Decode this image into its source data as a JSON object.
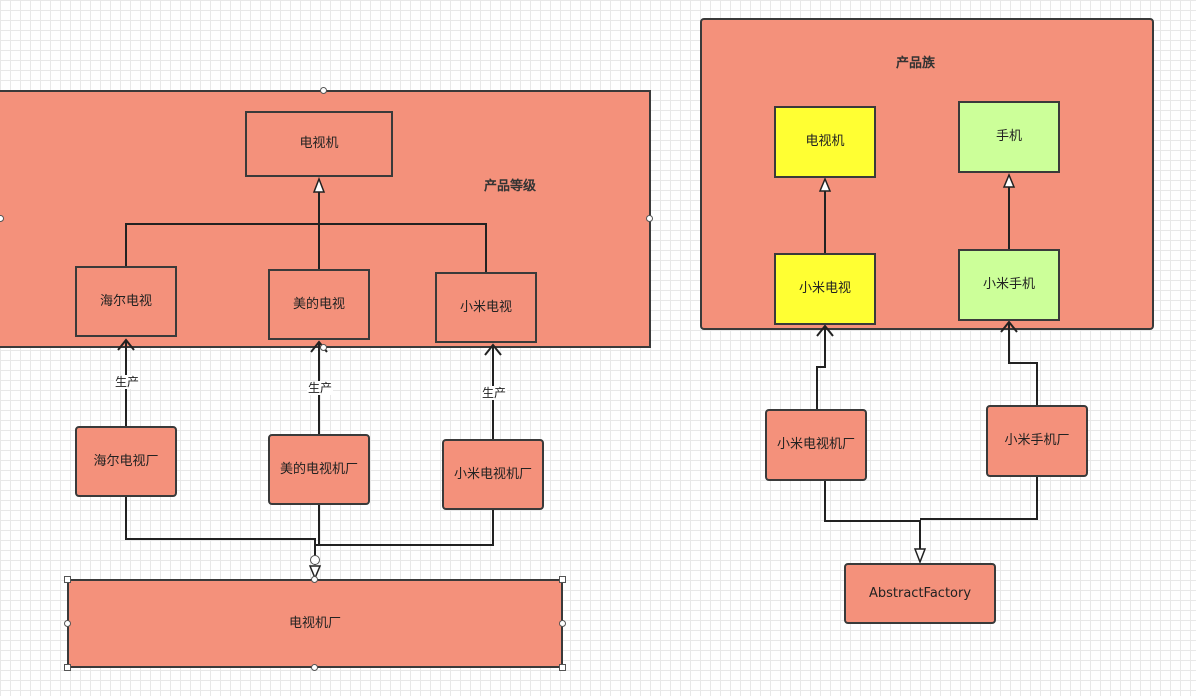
{
  "left_group": {
    "title": "产品等级"
  },
  "right_group": {
    "title": "产品族"
  },
  "nodes": {
    "tv": "电视机",
    "haier_tv": "海尔电视",
    "midea_tv": "美的电视",
    "xiaomi_tv": "小米电视",
    "haier_factory": "海尔电视厂",
    "midea_factory": "美的电视机厂",
    "xiaomi_factory": "小米电视机厂",
    "tv_factory": "电视机厂",
    "family_tv": "电视机",
    "family_phone": "手机",
    "family_xiaomi_tv": "小米电视",
    "family_xiaomi_phone": "小米手机",
    "family_xiaomi_tv_factory": "小米电视机厂",
    "family_xiaomi_phone_factory": "小米手机厂",
    "abstract_factory": "AbstractFactory"
  },
  "edge_labels": {
    "produce": "生产"
  },
  "colors": {
    "container_fill": "#f4917b",
    "tv_family_fill": "#ffff33",
    "phone_family_fill": "#ccff99",
    "stroke": "#3a3a3a"
  }
}
